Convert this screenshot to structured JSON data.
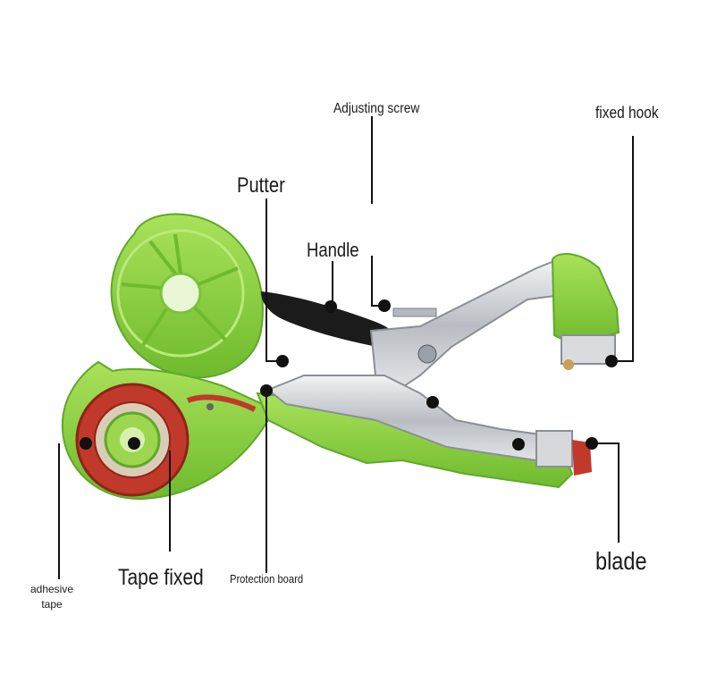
{
  "labels": {
    "adjusting_screw": "Adjusting screw",
    "fixed_hook": "fixed hook",
    "putter": "Putter",
    "handle": "Handle",
    "tape_fixed": "Tape fixed",
    "protection_board": "Protection board",
    "blade": "blade",
    "adhesive_tape_line1": "adhesive",
    "adhesive_tape_line2": "tape"
  },
  "colors": {
    "background": "#ffffff",
    "body_green": "#8ed43b",
    "body_green_dark": "#5fa82a",
    "tape_red": "#c0392b",
    "metal": "#c9ccd1",
    "handle_black": "#1b1b1b",
    "leader_line": "#111111"
  }
}
